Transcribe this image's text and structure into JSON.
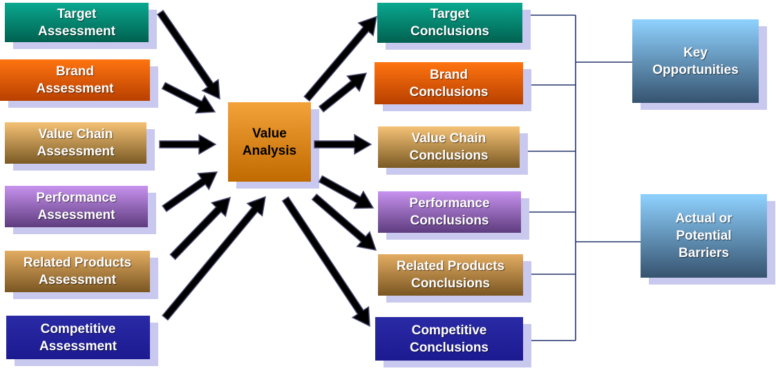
{
  "assessments": [
    {
      "id": "target",
      "label": "Target\nAssessment",
      "gradient": [
        "#0aa890",
        "#00614f"
      ]
    },
    {
      "id": "brand",
      "label": "Brand\nAssessment",
      "gradient": [
        "#ff7410",
        "#b84000"
      ]
    },
    {
      "id": "value-chain",
      "label": "Value Chain\nAssessment",
      "gradient": [
        "#f5c276",
        "#7a5a24"
      ]
    },
    {
      "id": "performance",
      "label": "Performance\nAssessment",
      "gradient": [
        "#c792ee",
        "#5e3c7e"
      ]
    },
    {
      "id": "related-products",
      "label": "Related Products\nAssessment",
      "gradient": [
        "#e3ad62",
        "#7a5622"
      ]
    },
    {
      "id": "competitive",
      "label": "Competitive\nAssessment",
      "gradient": [
        "#2a2aa6",
        "#1c1a90"
      ]
    }
  ],
  "center": {
    "label": "Value\nAnalysis",
    "gradient": [
      "#f3a23a",
      "#c06a00"
    ]
  },
  "conclusions": [
    {
      "id": "target",
      "label": "Target\nConclusions",
      "gradient": [
        "#0aa890",
        "#00614f"
      ]
    },
    {
      "id": "brand",
      "label": "Brand\nConclusions",
      "gradient": [
        "#ff7410",
        "#b84000"
      ]
    },
    {
      "id": "value-chain",
      "label": "Value Chain\nConclusions",
      "gradient": [
        "#f5c276",
        "#7a5a24"
      ]
    },
    {
      "id": "performance",
      "label": "Performance\nConclusions",
      "gradient": [
        "#c792ee",
        "#5e3c7e"
      ]
    },
    {
      "id": "related-products",
      "label": "Related Products\nConclusions",
      "gradient": [
        "#e3ad62",
        "#7a5622"
      ]
    },
    {
      "id": "competitive",
      "label": "Competitive\nConclusions",
      "gradient": [
        "#2a2aa6",
        "#1c1a90"
      ]
    }
  ],
  "outcomes": [
    {
      "id": "key-opportunities",
      "label": "Key\nOpportunities",
      "gradient": [
        "#8fd2ff",
        "#36536f"
      ]
    },
    {
      "id": "barriers",
      "label": "Actual or\nPotential\nBarriers",
      "gradient": [
        "#8fd2ff",
        "#36536f"
      ]
    }
  ],
  "colors": {
    "arrow": "#000000",
    "arrow_outline": "#4a4a72",
    "shadow": "#c9c9ef",
    "connector": "#23336b"
  }
}
